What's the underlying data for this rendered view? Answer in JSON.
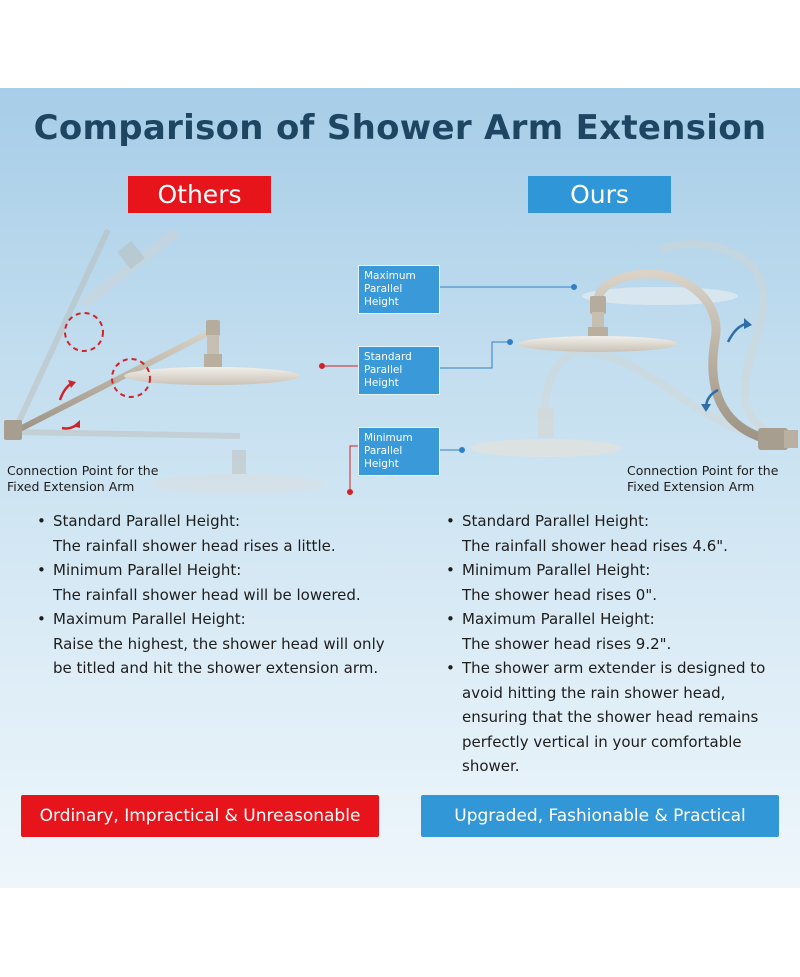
{
  "title": "Comparison of Shower Arm Extension",
  "others": {
    "tag": "Others",
    "connection_label": [
      "Connection Point for the",
      "Fixed Extension Arm"
    ],
    "bullets": [
      {
        "heading": "Standard Parallel Height:",
        "desc": "The rainfall shower head rises a little."
      },
      {
        "heading": "Minimum Parallel Height:",
        "desc": "The rainfall shower head will be lowered."
      },
      {
        "heading": "Maximum Parallel Height:",
        "desc": "Raise the highest, the shower head will only be titled and hit the shower extension arm."
      }
    ],
    "footer": "Ordinary, Impractical & Unreasonable"
  },
  "ours": {
    "tag": "Ours",
    "connection_label": [
      "Connection Point for the",
      "Fixed Extension Arm"
    ],
    "height_labels": [
      [
        "Maximum",
        "Parallel Height"
      ],
      [
        "Standard",
        "Parallel Height"
      ],
      [
        "Minimum",
        "Parallel Height"
      ]
    ],
    "bullets": [
      {
        "heading": "Standard Parallel Height:",
        "desc": "The rainfall shower head rises 4.6\"."
      },
      {
        "heading": "Minimum Parallel Height:",
        "desc": "The shower head rises 0\"."
      },
      {
        "heading": "Maximum Parallel Height:",
        "desc": "The shower head rises 9.2\"."
      },
      {
        "heading": "The shower arm extender is designed to avoid hitting the rain shower head, ensuring that the shower head remains perfectly vertical in your comfortable shower.",
        "desc": ""
      }
    ],
    "footer": "Upgraded, Fashionable & Practical"
  },
  "colors": {
    "red": "#e8141b",
    "blue": "#2f97d8",
    "title": "#1e4663"
  }
}
